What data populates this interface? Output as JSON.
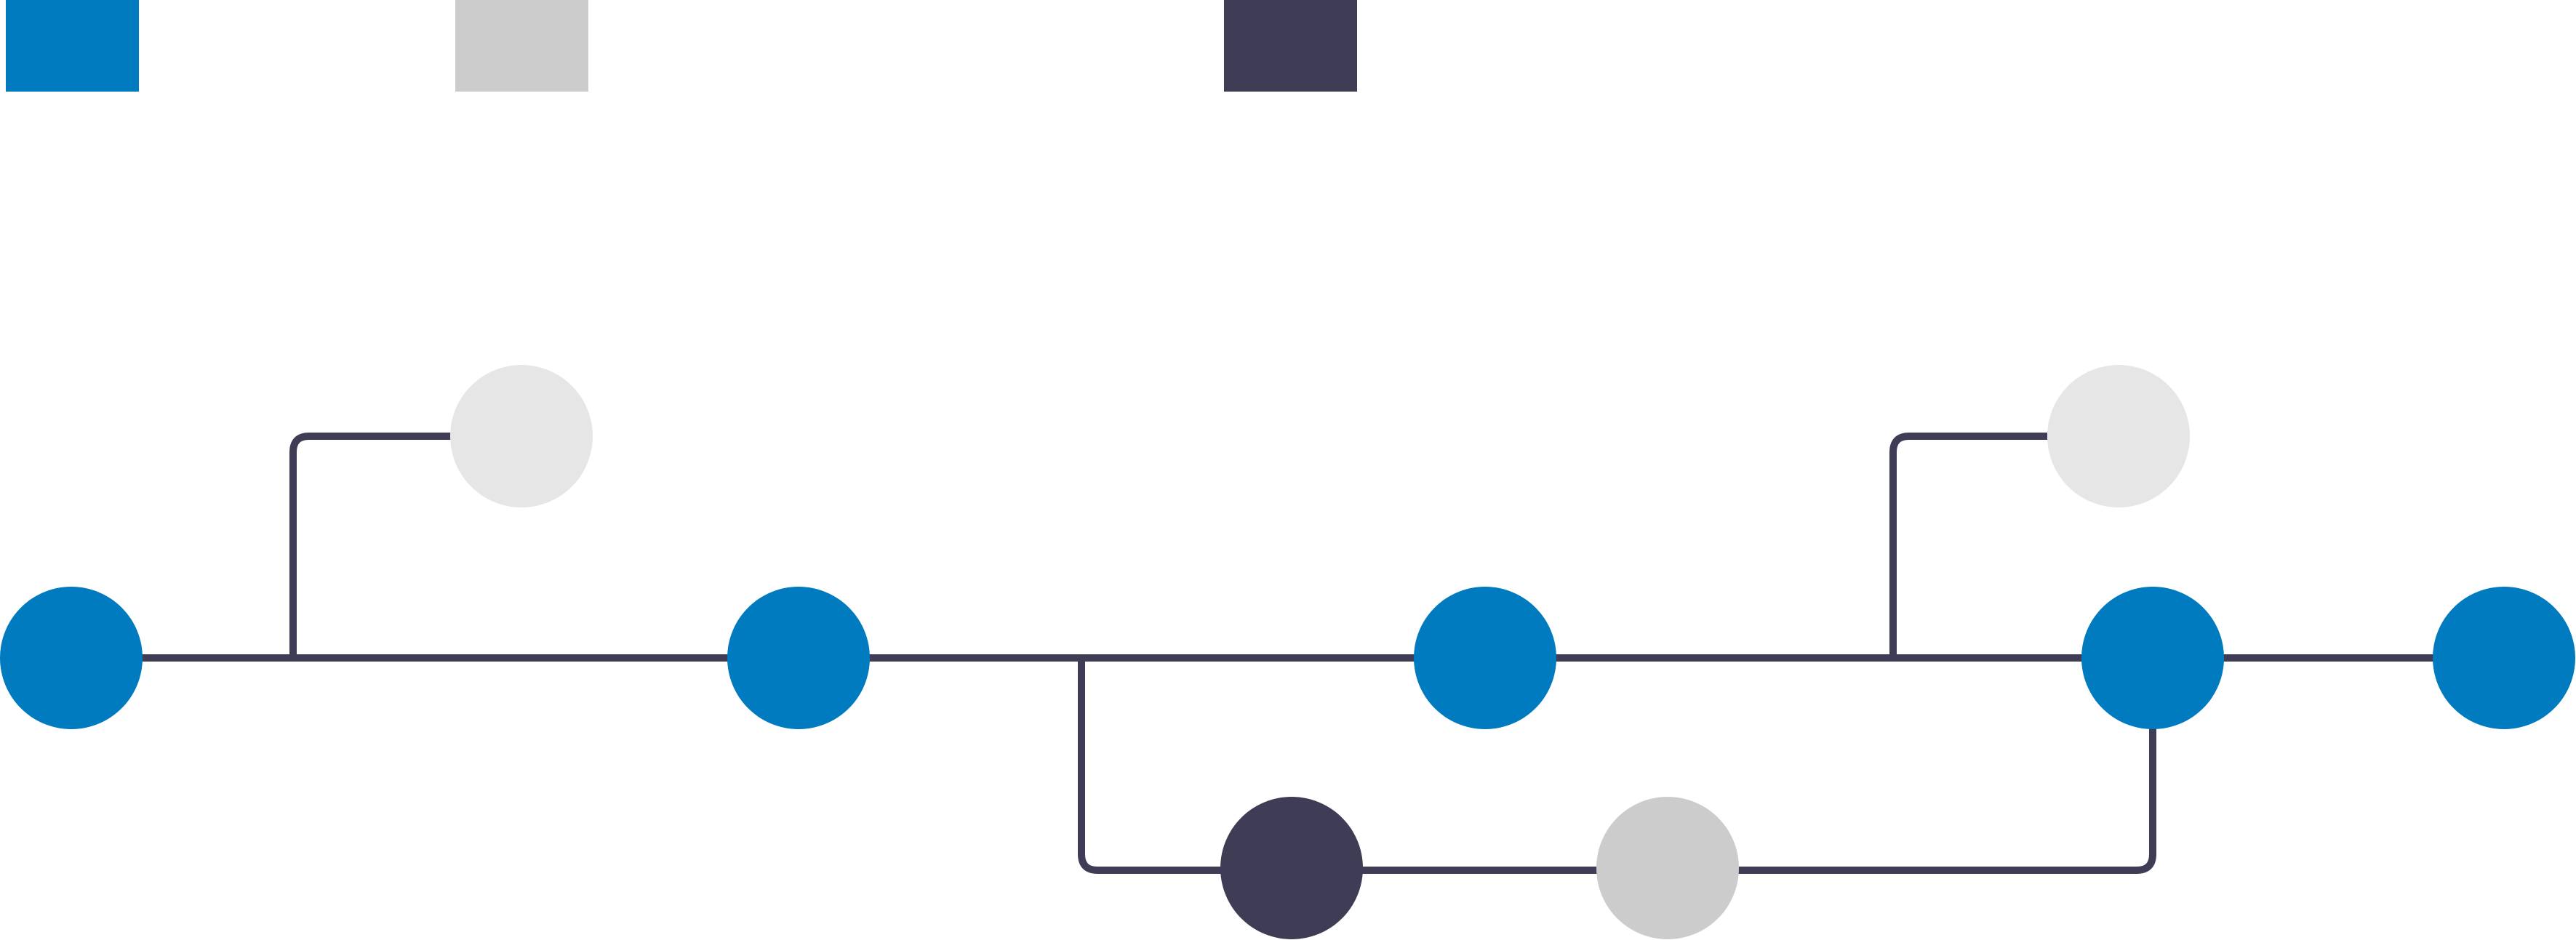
{
  "colors": {
    "primary": "#007bbf",
    "merged": "#cccccc",
    "branch": "#3f3d56",
    "tentative": "#e6e6e6",
    "line": "#3f3d56",
    "background": "#ffffff"
  },
  "legend": [
    {
      "key": "primary",
      "color": "#007bbf",
      "label": ""
    },
    {
      "key": "merged",
      "color": "#cccccc",
      "label": ""
    },
    {
      "key": "branch",
      "color": "#3f3d56",
      "label": ""
    }
  ],
  "nodes": [
    {
      "id": "main-1",
      "color": "#007bbf"
    },
    {
      "id": "main-2",
      "color": "#007bbf"
    },
    {
      "id": "main-3",
      "color": "#007bbf"
    },
    {
      "id": "main-4",
      "color": "#007bbf"
    },
    {
      "id": "main-5",
      "color": "#007bbf"
    },
    {
      "id": "upper-1",
      "color": "#e6e6e6"
    },
    {
      "id": "upper-2",
      "color": "#e6e6e6"
    },
    {
      "id": "lower-1",
      "color": "#3f3d56"
    },
    {
      "id": "lower-2",
      "color": "#cccccc"
    }
  ]
}
